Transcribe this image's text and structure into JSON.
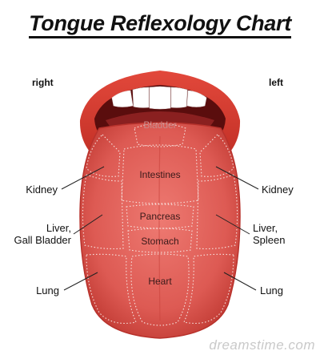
{
  "title": "Tongue Reflexology Chart",
  "sides": {
    "right": "right",
    "left": "left"
  },
  "zones": {
    "bladder": "Bladder",
    "intestines": "Intestines",
    "pancreas": "Pancreas",
    "stomach": "Stomach",
    "heart": "Heart"
  },
  "labels_left": {
    "kidney": "Kidney",
    "liver_line1": "Liver,",
    "liver_line2": "Gall Bladder",
    "lung": "Lung"
  },
  "labels_right": {
    "kidney": "Kidney",
    "liver_line1": "Liver,",
    "liver_line2": "Spleen",
    "lung": "Lung"
  },
  "watermark": "dreamstime.com",
  "colors": {
    "lip": "#d93a2e",
    "mouth_dark": "#5a0d0d",
    "tongue": "#e0605a",
    "tongue_edge": "#b8322c",
    "zone_dots": "#f5dcd8"
  }
}
